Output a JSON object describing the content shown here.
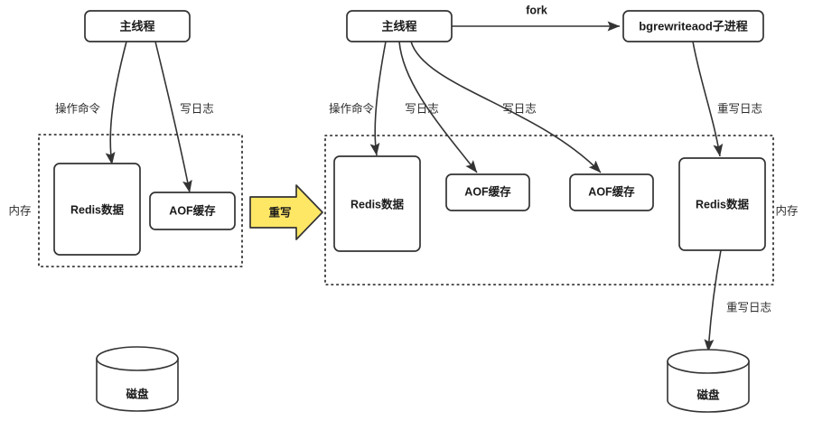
{
  "diagram": {
    "title": "Redis AOF rewrite diagram",
    "colors": {
      "thread_box_fill": "#fdf3c9",
      "child_box_fill": "#c5dcf2",
      "plain_box_fill": "#ffffff",
      "stroke": "#333333",
      "rewrite_arrow_fill": "#ffe766",
      "rewrite_arrow_stroke": "#333333"
    },
    "left_panel": {
      "main_thread": "主线程",
      "memory_region_label": "内存",
      "nodes": {
        "redis_data": "Redis数据",
        "aof_buffer": "AOF缓存",
        "disk": "磁盘"
      },
      "edges": {
        "op_command": "操作命令",
        "write_log": "写日志"
      }
    },
    "transition": {
      "rewrite_label": "重写"
    },
    "right_panel": {
      "main_thread": "主线程",
      "child_process": "bgrewriteaod子进程",
      "memory_region_label": "内存",
      "nodes": {
        "redis_data_left": "Redis数据",
        "aof_buffer_1": "AOF缓存",
        "aof_buffer_2": "AOF缓存",
        "redis_data_right": "Redis数据",
        "disk": "磁盘"
      },
      "edges": {
        "fork": "fork",
        "op_command": "操作命令",
        "write_log_1": "写日志",
        "write_log_2": "写日志",
        "rewrite_log_memory": "重写日志",
        "rewrite_log_disk": "重写日志"
      }
    }
  }
}
